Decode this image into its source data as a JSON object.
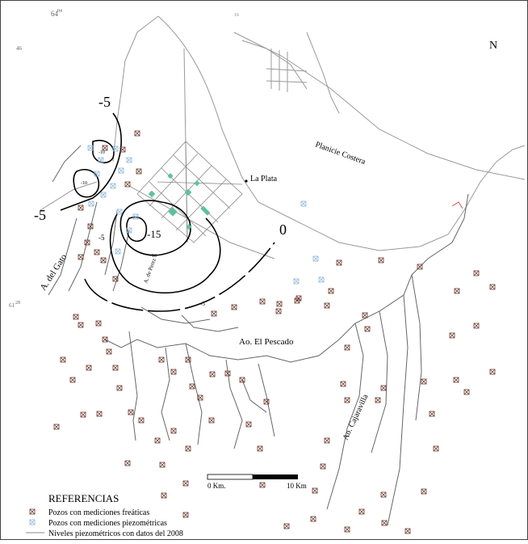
{
  "map": {
    "north_label": "N",
    "grid_labels": {
      "top_left": "64",
      "top_left_sup": "04",
      "top_mid": "16",
      "left_upper": "46",
      "left_lower": "61",
      "left_lower_sup": "28"
    },
    "place_labels": {
      "planicie": "Planicie Costera",
      "la_plata": "La Plata",
      "pescado": "Ao. El Pescado",
      "cajaravilla": "Ao. Cajaravilla",
      "gato": "A. del Gato",
      "perez": "A. de Perez"
    },
    "contour_labels": {
      "m5_top": "-5",
      "m5_left": "-5",
      "m5_mid": "-5",
      "m5_bottom": "-5",
      "m10_a": "-10",
      "m10_b": "-10",
      "m10_c": "-10",
      "m15": "-15",
      "zero": "0"
    },
    "colors": {
      "freatica": "#6b3b2e",
      "piezometrica": "#8fb8d8",
      "station": "#5cc1a0",
      "river": "#666666",
      "road": "#999999",
      "contour": "#000000",
      "accent": "#e05050"
    }
  },
  "legend": {
    "title": "REFERENCIAS",
    "items": [
      "Pozos con mediciones freáticas",
      "Pozos con mediciones piezométricas",
      "Niveles piezométricos con datos del 2008"
    ]
  },
  "scale_bar": {
    "start_label": "0 Km.",
    "end_label": "10 Km"
  }
}
